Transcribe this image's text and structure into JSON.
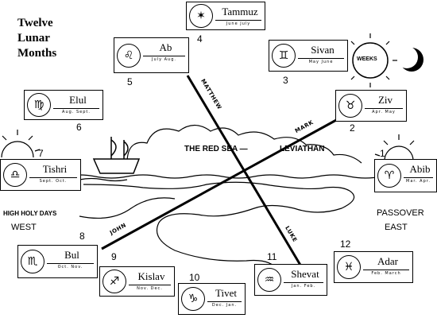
{
  "title": [
    "Twelve",
    "Lunar",
    "Months"
  ],
  "months": [
    {
      "id": "abib",
      "num": "1",
      "name": "Abib",
      "sub": "Mar. Apr."
    },
    {
      "id": "ziv",
      "num": "2",
      "name": "Ziv",
      "sub": "Apr. May"
    },
    {
      "id": "sivan",
      "num": "3",
      "name": "Sivan",
      "sub": "May June"
    },
    {
      "id": "tammuz",
      "num": "4",
      "name": "Tammuz",
      "sub": "June July"
    },
    {
      "id": "ab",
      "num": "5",
      "name": "Ab",
      "sub": "July Aug."
    },
    {
      "id": "elul",
      "num": "6",
      "name": "Elul",
      "sub": "Aug. Sept."
    },
    {
      "id": "tishri",
      "num": "7",
      "name": "Tishri",
      "sub": "Sept. Oct."
    },
    {
      "id": "bul",
      "num": "8",
      "name": "Bul",
      "sub": "Oct. Nov."
    },
    {
      "id": "kislav",
      "num": "9",
      "name": "Kislav",
      "sub": "Nov. Dec."
    },
    {
      "id": "tivet",
      "num": "10",
      "name": "Tivet",
      "sub": "Dec. Jan."
    },
    {
      "id": "shevat",
      "num": "11",
      "name": "Shevat",
      "sub": "Jan. Feb."
    },
    {
      "id": "adar",
      "num": "12",
      "name": "Adar",
      "sub": "Feb. March"
    }
  ],
  "labels": {
    "weeks": "WEEKS",
    "red_sea": "THE RED SEA —",
    "leviathan": "LEVIATHAN",
    "high_holy_days": "HIGH HOLY DAYS",
    "west": "WEST",
    "passover": "PASSOVER",
    "east": "EAST",
    "matthew": "MATTHEW",
    "mark": "MARK",
    "luke": "LUKE",
    "john": "JOHN"
  }
}
